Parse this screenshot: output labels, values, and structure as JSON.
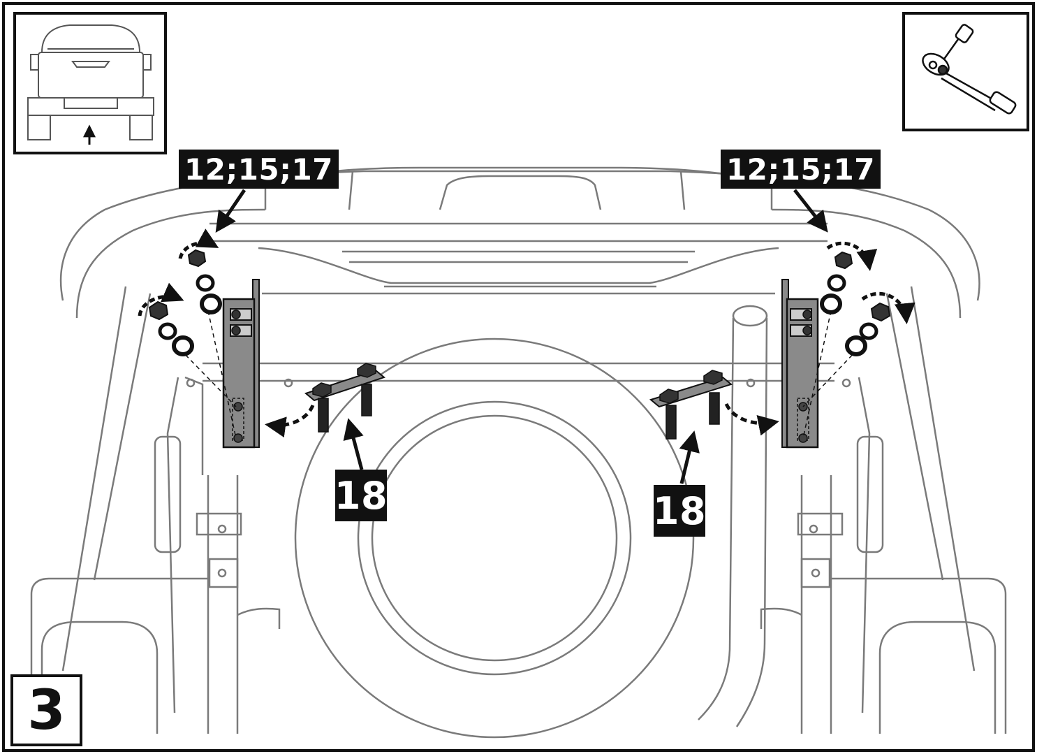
{
  "step": {
    "number": "3"
  },
  "callouts": {
    "left_parts": "12;15;17",
    "right_parts": "12;15;17",
    "left_bracket_part": "18",
    "right_bracket_part": "18"
  },
  "insets": {
    "vehicle_view": {
      "icon": "pickup-rear-view-icon"
    },
    "tool": {
      "icon": "socket-wrench-icon"
    }
  },
  "colors": {
    "line": "#7a7a7a",
    "part_fill": "#8a8a8a",
    "dark": "#111111",
    "background": "#ffffff"
  }
}
